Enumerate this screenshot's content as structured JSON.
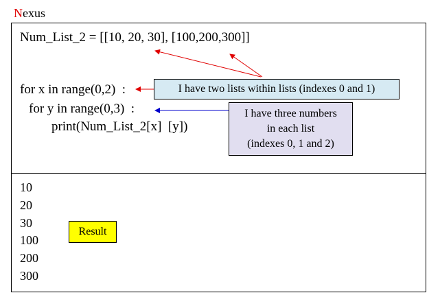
{
  "header": {
    "brand_first": "N",
    "brand_rest": "exus"
  },
  "code": {
    "line1": "Num_List_2 = [[10, 20, 30], [100,200,300]]",
    "line2": "for x in range(0,2)  :",
    "line3": "for y in range(0,3)  :",
    "line4": "print(Num_List_2[x]  [y])"
  },
  "callouts": {
    "lists": "I have two lists within  lists (indexes 0 and 1)",
    "numbers": [
      "I have three numbers",
      "in each list",
      "(indexes 0, 1 and 2)"
    ]
  },
  "output": {
    "values": [
      "10",
      "20",
      "30",
      "100",
      "200",
      "300"
    ],
    "result_label": "Result"
  },
  "colors": {
    "brand_accent": "#e00000",
    "callout_blue": "#d6eaf3",
    "callout_purple": "#e1def0",
    "result_fill": "#ffff00",
    "arrow_red": "#e00000",
    "arrow_blue": "#0000cc"
  }
}
